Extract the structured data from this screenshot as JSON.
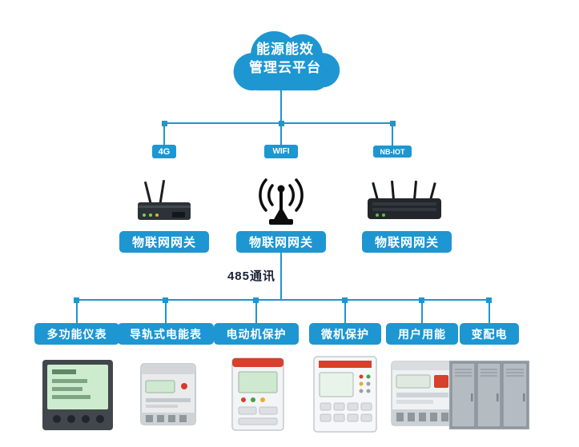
{
  "colors": {
    "primary_blue": "#1d96d2",
    "bus_label_color": "#182235",
    "background": "#ffffff"
  },
  "cloud": {
    "label_line1": "能源能效",
    "label_line2": "管理云平台"
  },
  "network_badges": [
    {
      "label": "4G"
    },
    {
      "label": "WIFI"
    },
    {
      "label": "NB-IOT"
    }
  ],
  "gateways": [
    {
      "label": "物联网网关"
    },
    {
      "label": "物联网网关"
    },
    {
      "label": "物联网网关"
    }
  ],
  "bus_label": "485通讯",
  "devices": [
    {
      "label": "多功能仪表"
    },
    {
      "label": "导轨式电能表"
    },
    {
      "label": "电动机保护"
    },
    {
      "label": "微机保护"
    },
    {
      "label": "用户用能"
    },
    {
      "label": "变配电"
    }
  ]
}
